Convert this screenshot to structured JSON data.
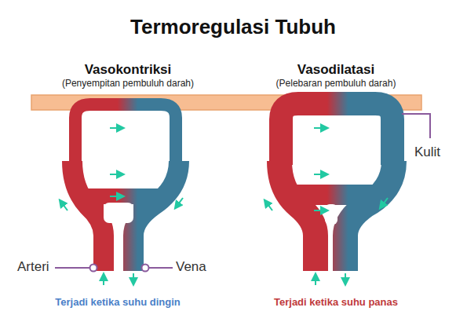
{
  "diagram": {
    "title": "Termoregulasi Tubuh",
    "labels": [
      "Vasokontriksi",
      "(Penyempitan pembuluh darah)",
      "Vasodilatasi",
      "(Pelebaran pembuluh darah)",
      "Kulit",
      "Arteri",
      "Vena",
      "Terjadi ketika suhu dingin",
      "Terjadi ketika suhu panas"
    ]
  }
}
